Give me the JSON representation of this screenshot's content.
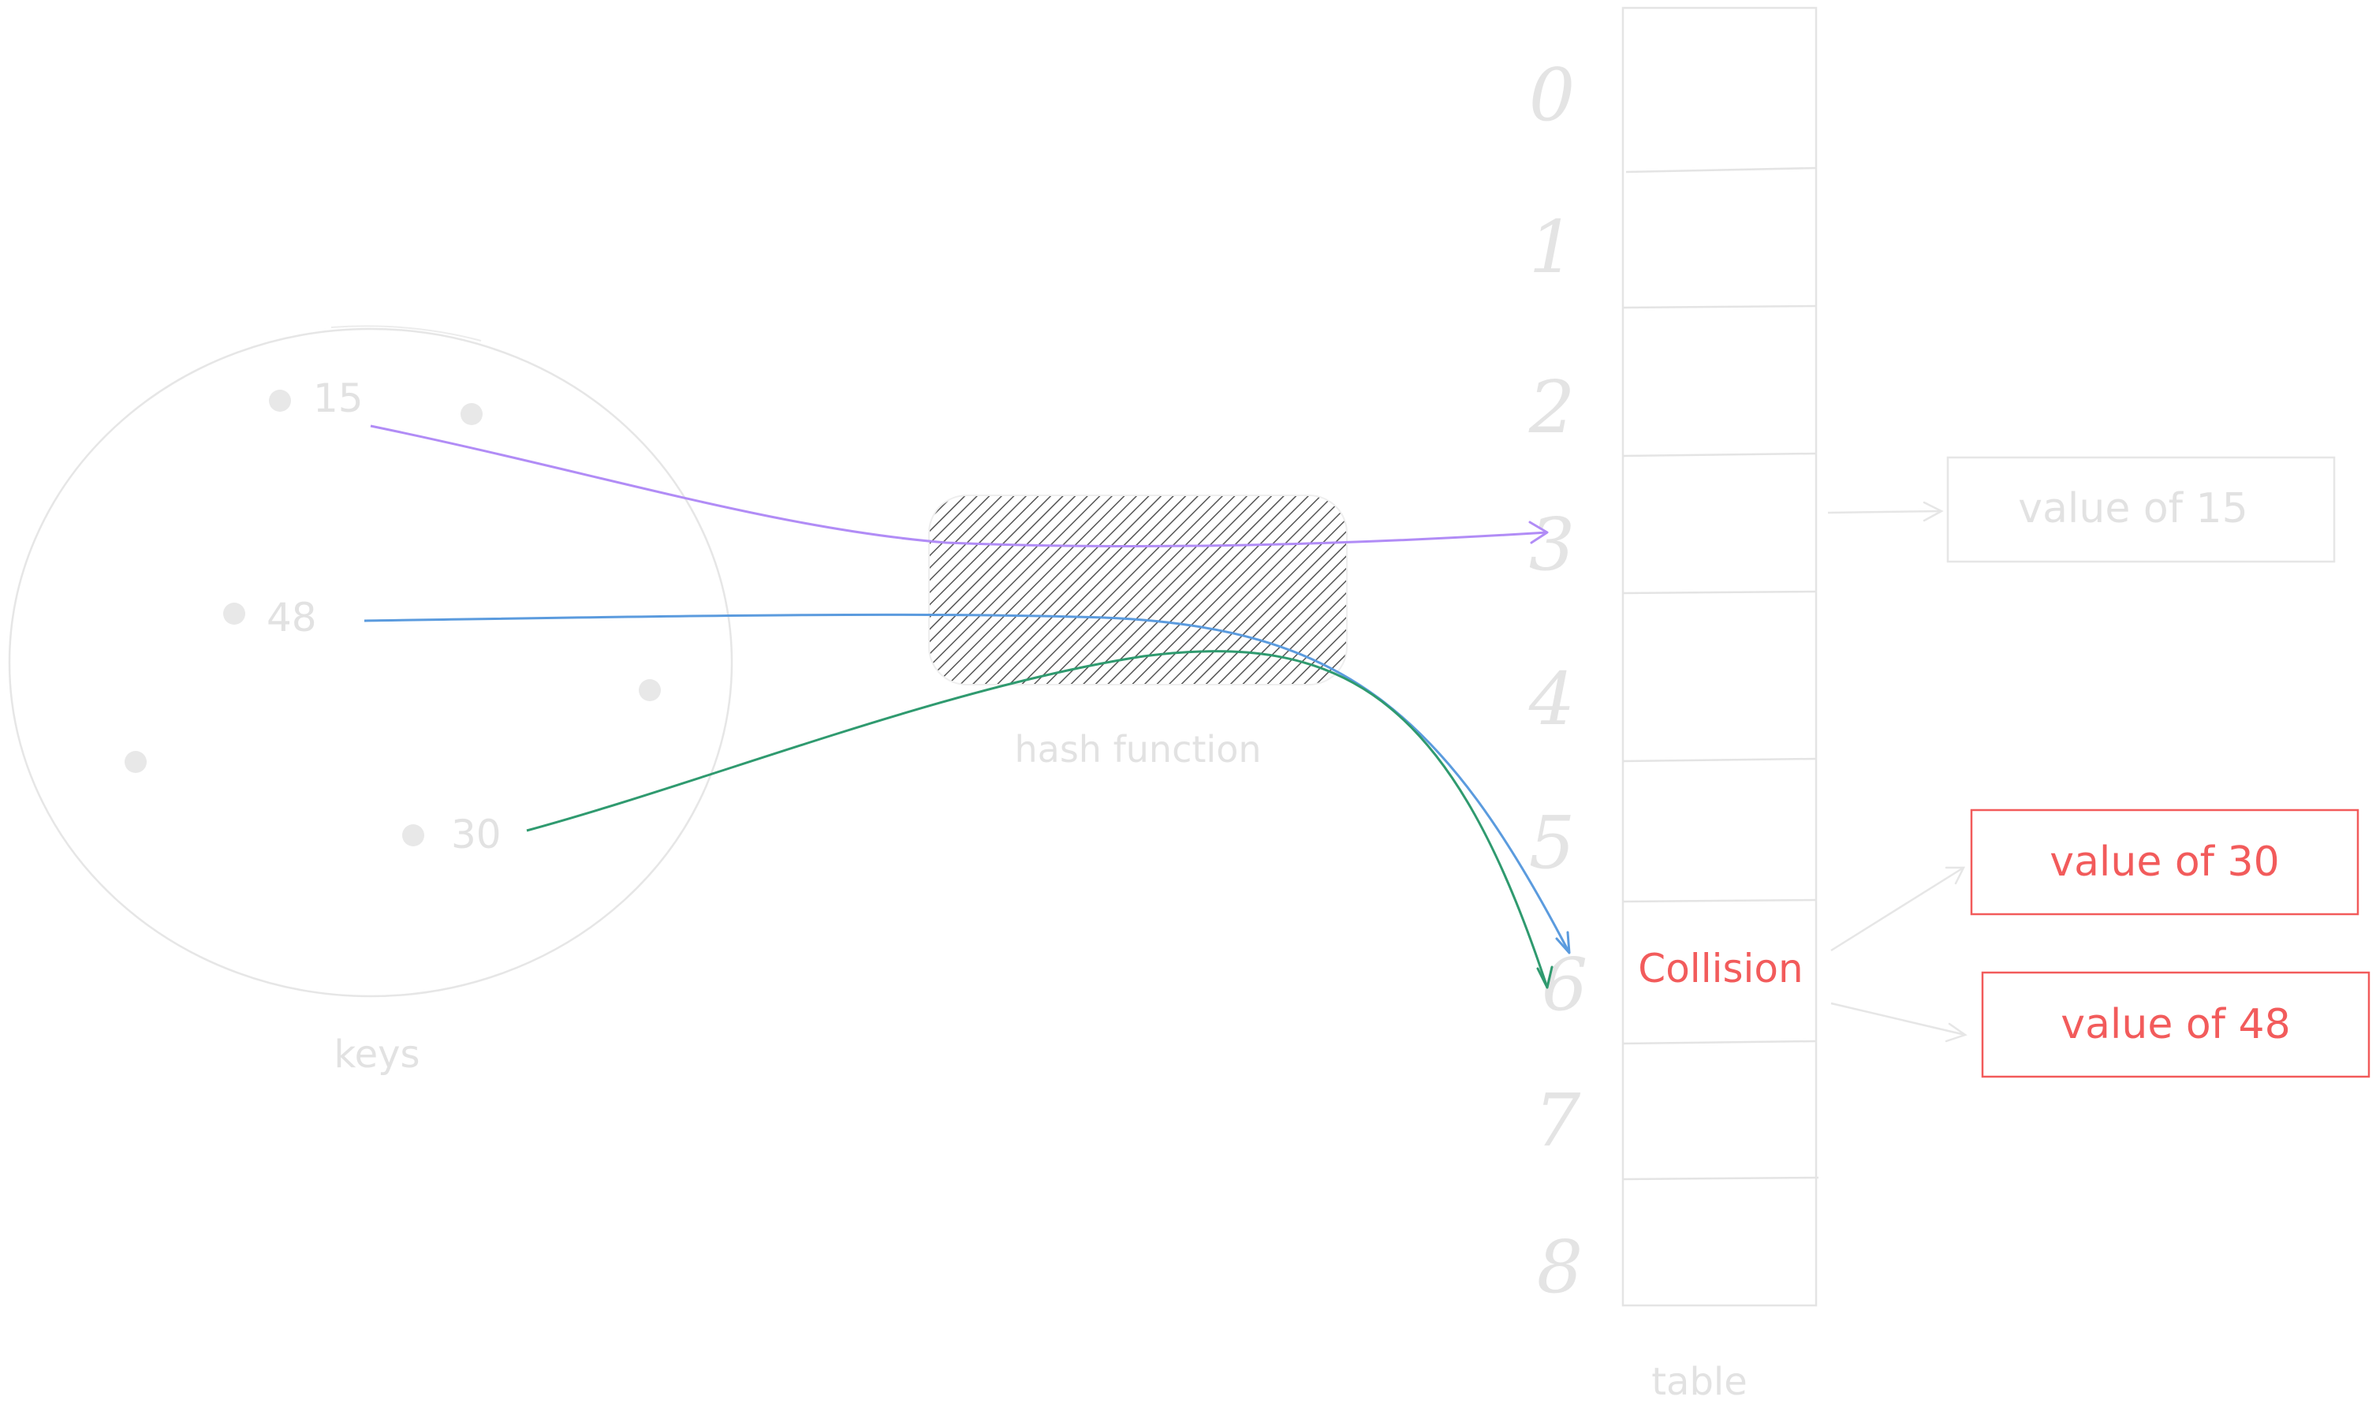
{
  "keys": {
    "label": "keys",
    "items": [
      {
        "label": "15"
      },
      {
        "label": "48"
      },
      {
        "label": "30"
      }
    ]
  },
  "hash_function": {
    "label": "hash function"
  },
  "table": {
    "label": "table",
    "indices": [
      "0",
      "1",
      "2",
      "3",
      "4",
      "5",
      "6",
      "7",
      "8"
    ],
    "collision_label": "Collision"
  },
  "values": {
    "value_15": "value of 15",
    "value_30": "value of 30",
    "value_48": "value of 48"
  },
  "colors": {
    "arrow_15": "#b18cf6",
    "arrow_48": "#5b9bde",
    "arrow_30": "#2f9a6f",
    "collision": "#f25b5b",
    "faint": "#e2e2e2"
  }
}
